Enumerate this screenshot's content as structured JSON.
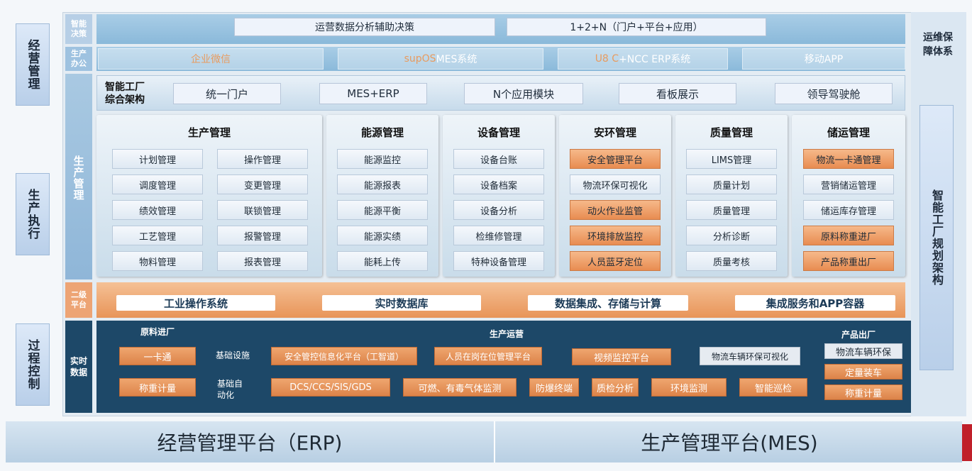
{
  "left": {
    "operations": "经营管理",
    "execution": "生产执行",
    "process": "过程控制"
  },
  "right": {
    "ops_support": "运维保障体系",
    "planning": "智能工厂规划架构"
  },
  "rows": {
    "decision_label": "智能决策",
    "office_label": "生产办公",
    "mgmt_label": "生产管理",
    "platform2_label": "二级平台",
    "realtime_label": "实时数据"
  },
  "decision": {
    "left": "运营数据分析辅助决策",
    "right": "1+2+N（门户+平台+应用）"
  },
  "office": {
    "items": [
      {
        "highlight": "企业微信",
        "rest": ""
      },
      {
        "highlight": "supOS",
        "rest": " MES系统"
      },
      {
        "highlight": "U8 C",
        "rest": " +NCC ERP系统"
      },
      {
        "highlight": "",
        "rest": "移动APP"
      }
    ]
  },
  "arch": {
    "title_line1": "智能工厂",
    "title_line2": "综合架构",
    "buttons": [
      "统一门户",
      "MES+ERP",
      "N个应用模块",
      "看板展示",
      "领导驾驶舱"
    ]
  },
  "modules": {
    "production": {
      "title": "生产管理",
      "left": [
        "计划管理",
        "调度管理",
        "绩效管理",
        "工艺管理",
        "物料管理"
      ],
      "right": [
        "操作管理",
        "变更管理",
        "联锁管理",
        "报警管理",
        "报表管理"
      ]
    },
    "energy": {
      "title": "能源管理",
      "items": [
        "能源监控",
        "能源报表",
        "能源平衡",
        "能源实绩",
        "能耗上传"
      ]
    },
    "equipment": {
      "title": "设备管理",
      "items": [
        "设备台账",
        "设备档案",
        "设备分析",
        "检维修管理",
        "特种设备管理"
      ]
    },
    "safety": {
      "title": "安环管理",
      "items": [
        "安全管理平台",
        "物流环保可视化",
        "动火作业监管",
        "环境排放监控",
        "人员蓝牙定位"
      ]
    },
    "quality": {
      "title": "质量管理",
      "items": [
        "LIMS管理",
        "质量计划",
        "质量管理",
        "分析诊断",
        "质量考核"
      ]
    },
    "storage": {
      "title": "储运管理",
      "items": [
        "物流一卡通管理",
        "营销储运管理",
        "储运库存管理",
        "原料称重进厂",
        "产品称重出厂"
      ]
    }
  },
  "platform": {
    "items": [
      "工业操作系统",
      "实时数据库",
      "数据集成、存储与计算",
      "集成服务和APP容器"
    ]
  },
  "realtime": {
    "raw_in": "原料进厂",
    "production_ops": "生产运营",
    "product_out": "产品出厂",
    "basic_facility": "基础设施",
    "basic_auto": "基础自动化",
    "left_boxes": [
      "一卡通",
      "称重计量"
    ],
    "row1": [
      "安全管控信息化平台（工智道）",
      "人员在岗在位管理平台",
      "视频监控平台",
      "物流车辆环保可视化"
    ],
    "row2": [
      "DCS/CCS/SIS/GDS",
      "可燃、有毒气体监测",
      "防爆终端",
      "质检分析",
      "环境监测",
      "智能巡检"
    ],
    "right_boxes": [
      "物流车辆环保",
      "定量装车",
      "称重计量"
    ]
  },
  "bottom": {
    "erp": "经营管理平台（ERP)",
    "mes": "生产管理平台(MES)"
  },
  "colors": {
    "orange": "#e88c51",
    "dark_blue": "#1d4868",
    "light_blue_band": "#9cc4e0",
    "accent_red": "#c0202a"
  }
}
